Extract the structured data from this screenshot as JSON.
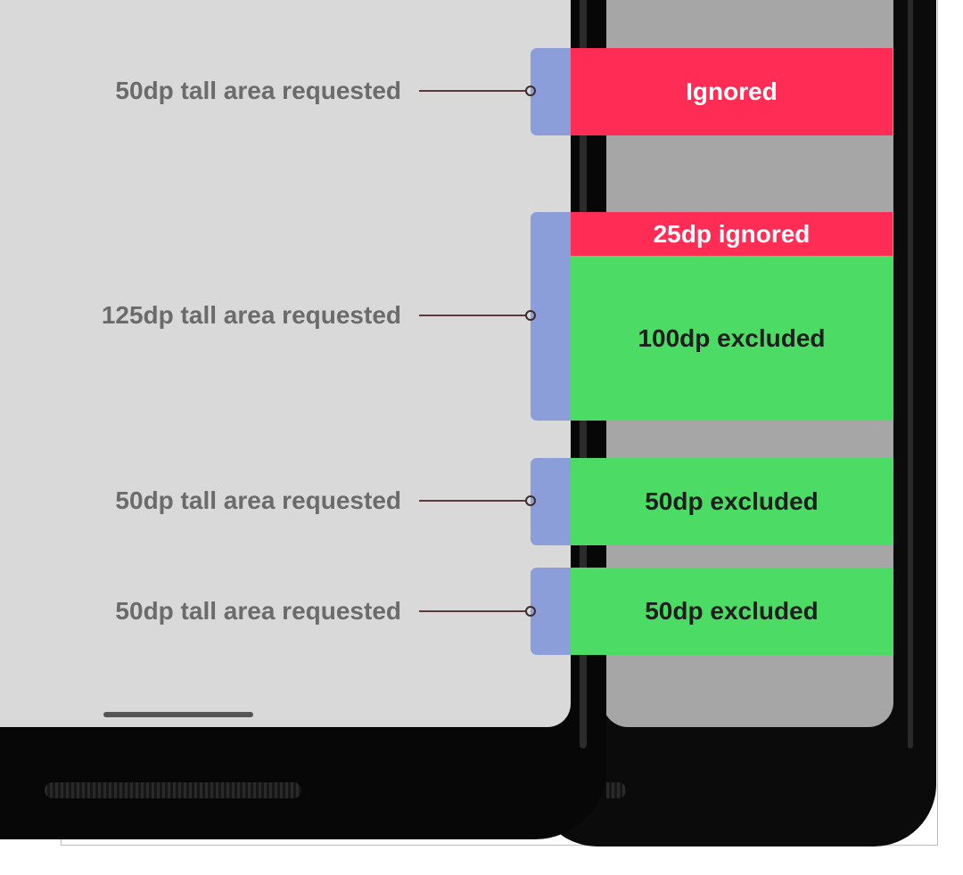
{
  "colors": {
    "background": "#ffffff",
    "phone_frame": "#0b0b0b",
    "front_screen": "#d9d9d9",
    "back_screen": "#a6a6a6",
    "request_tab": "#8c9ed9",
    "ignored": "#ff2d55",
    "excluded": "#4cdb64",
    "label_text": "#6b6b6b"
  },
  "rows": [
    {
      "request_label": "50dp tall area requested",
      "segments": [
        {
          "text": "Ignored",
          "kind": "ignored"
        }
      ]
    },
    {
      "request_label": "125dp tall area requested",
      "segments": [
        {
          "text": "25dp ignored",
          "kind": "ignored"
        },
        {
          "text": "100dp excluded",
          "kind": "excluded"
        }
      ]
    },
    {
      "request_label": "50dp tall area requested",
      "segments": [
        {
          "text": "50dp excluded",
          "kind": "excluded"
        }
      ]
    },
    {
      "request_label": "50dp tall area requested",
      "segments": [
        {
          "text": "50dp excluded",
          "kind": "excluded"
        }
      ]
    }
  ]
}
